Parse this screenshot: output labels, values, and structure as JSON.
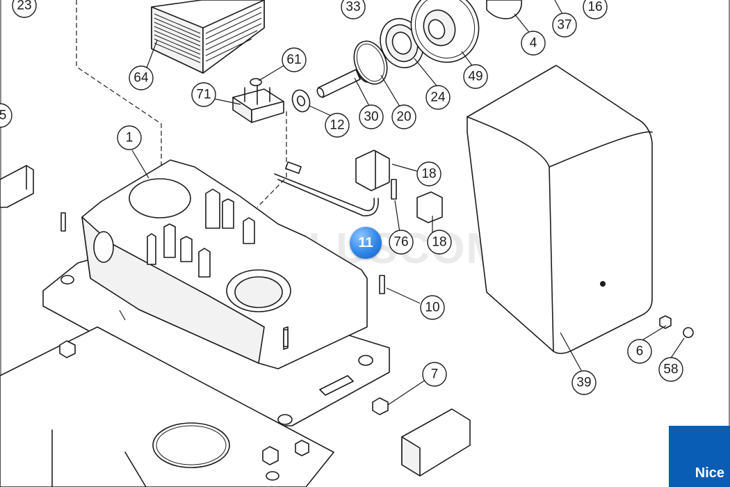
{
  "callouts": [
    "23",
    "33",
    "16",
    "37",
    "4",
    "64",
    "61",
    "71",
    "12",
    "30",
    "20",
    "24",
    "49",
    "5",
    "1",
    "18",
    "18",
    "76",
    "11",
    "10",
    "7",
    "6",
    "58",
    "39"
  ],
  "badge": {
    "label": "11",
    "color": "#2f86e8"
  },
  "brand_logo": {
    "text": "Nice",
    "color": "#0a5db5"
  },
  "watermark": "PLUSCOM"
}
